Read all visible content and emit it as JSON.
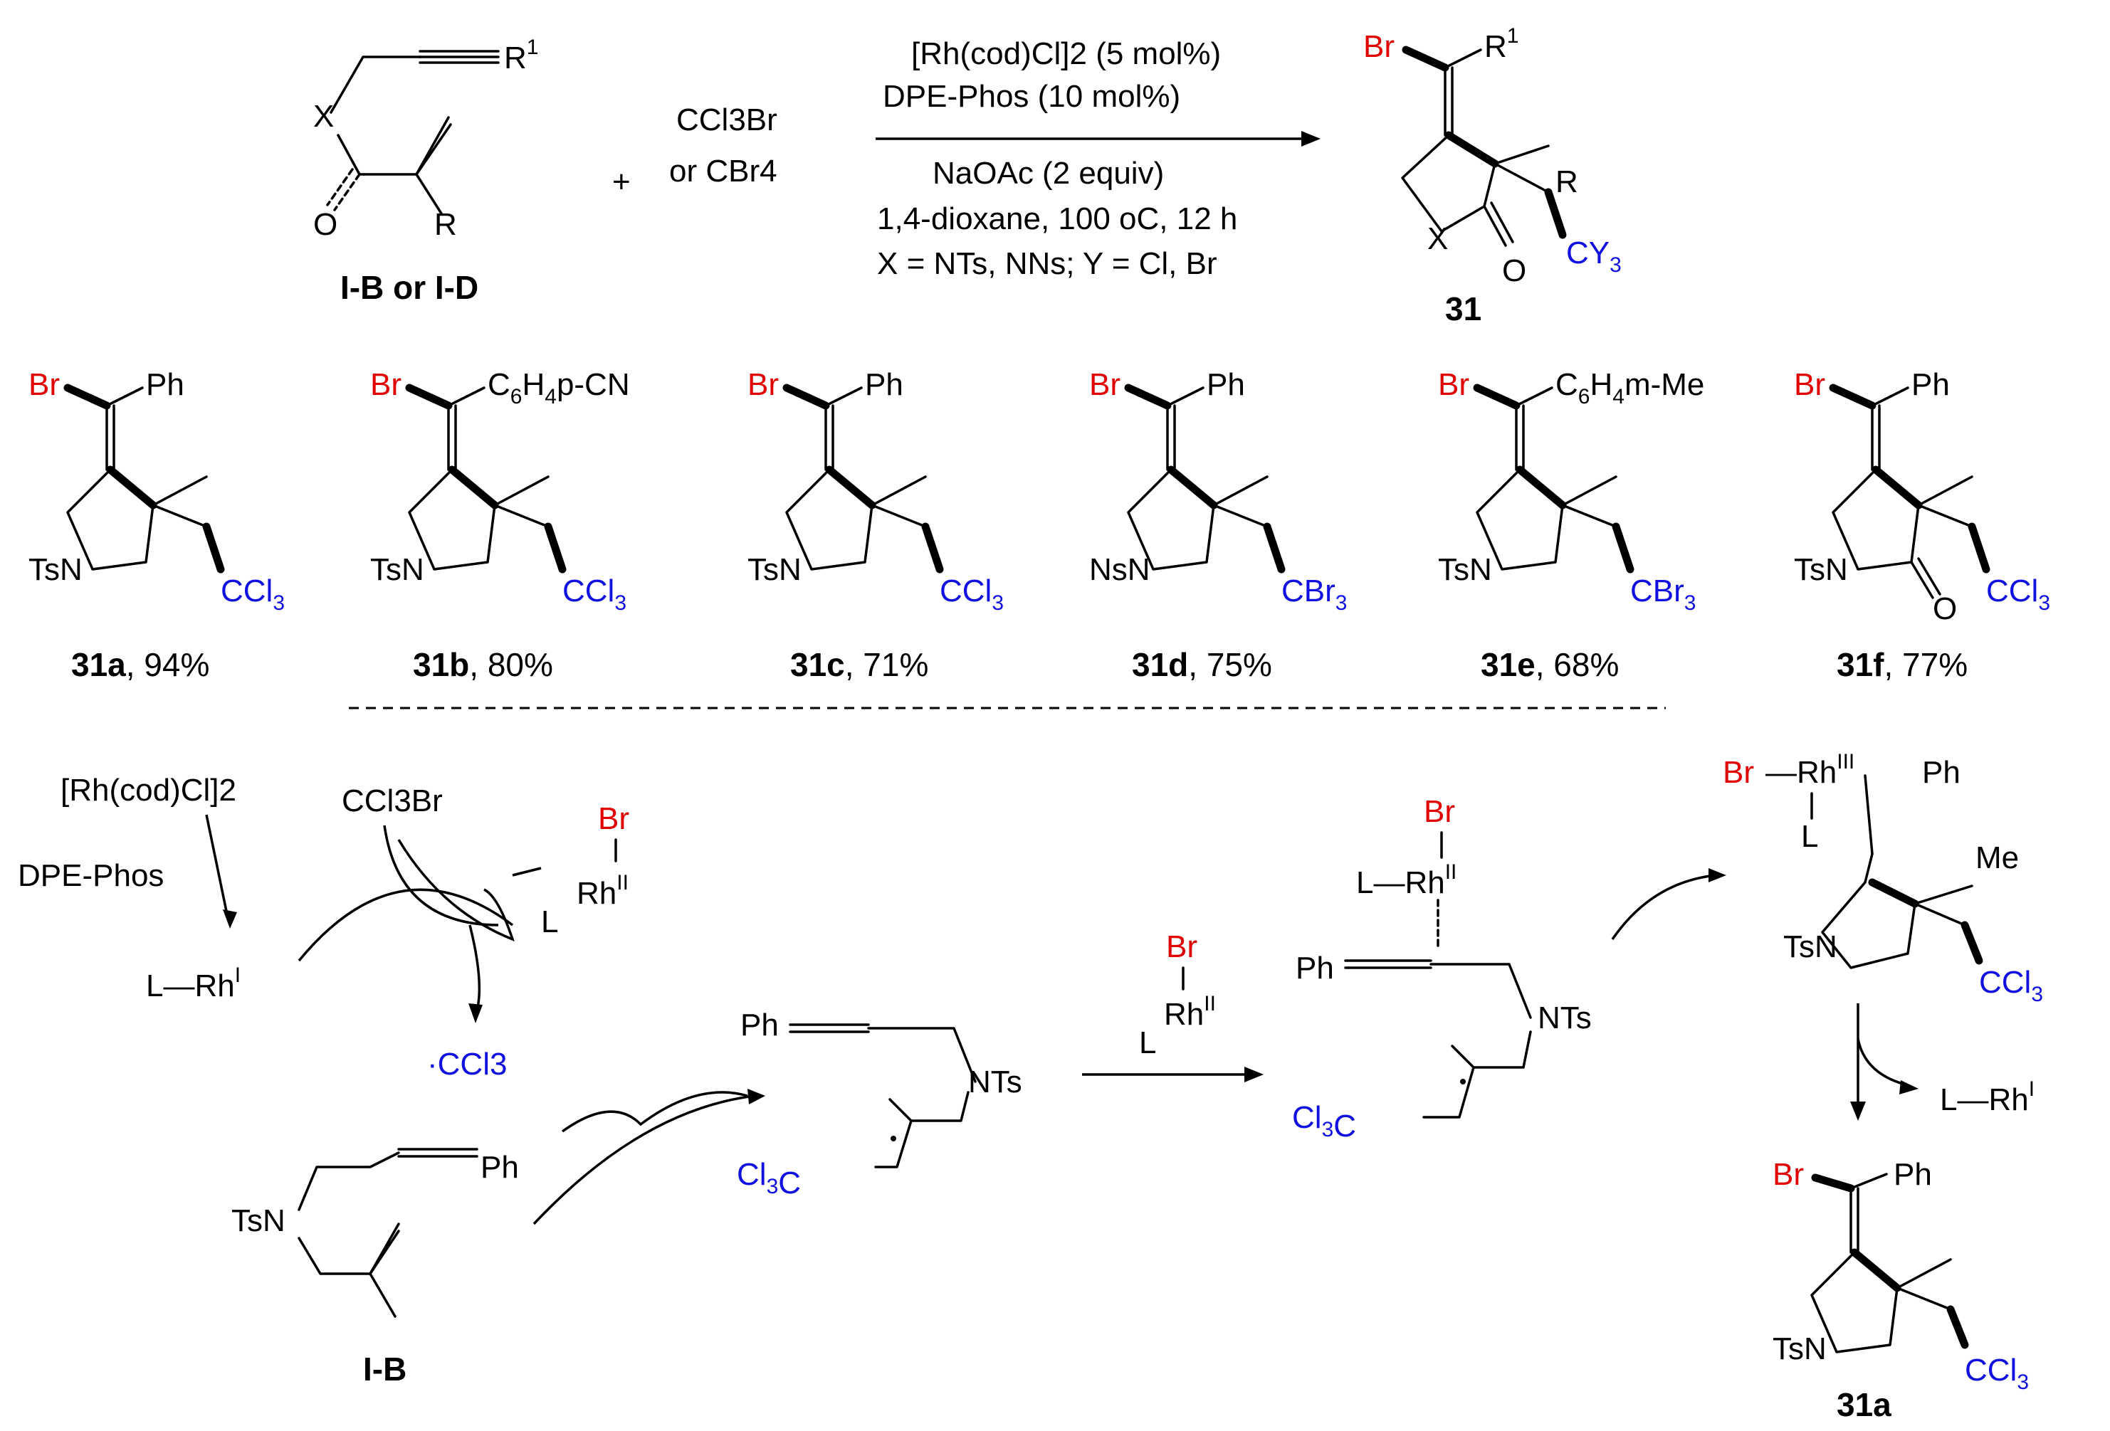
{
  "scheme": {
    "reactant_label": "I-B or I-D",
    "reagent_top": "CCl3Br",
    "reagent_bottom": "or CBr4",
    "conditions": [
      "[Rh(cod)Cl]2 (5 mol%)",
      "DPE-Phos (10 mol%)",
      "NaOAc (2 equiv)",
      "1,4-dioxane, 100 oC, 12 h",
      "X = NTs, NNs; Y = Cl, Br"
    ],
    "product_label": "31"
  },
  "products": [
    {
      "id": "31a",
      "yield": ", 94%",
      "aryl": "Ph",
      "n": "TsN",
      "cx": "CCl3"
    },
    {
      "id": "31b",
      "yield": ", 80%",
      "aryl": "C6H4p-CN",
      "n": "TsN",
      "cx": "CCl3"
    },
    {
      "id": "31c",
      "yield": ", 71%",
      "aryl": "Ph",
      "n": "TsN",
      "cx": "CCl3"
    },
    {
      "id": "31d",
      "yield": ", 75%",
      "aryl": "Ph",
      "n": "NsN",
      "cx": "CBr3"
    },
    {
      "id": "31e",
      "yield": ", 68%",
      "aryl": "C6H4m-Me",
      "n": "TsN",
      "cx": "CBr3"
    },
    {
      "id": "31f",
      "yield": ", 77%",
      "aryl": "Ph",
      "n": "TsN",
      "cx": "CCl3"
    }
  ],
  "mechanism": {
    "catalyst": "[Rh(cod)Cl]2",
    "ligand": "DPE-Phos",
    "rh1": "L—RhI",
    "ccl3br": "CCl3Br",
    "radical": "·CCl3",
    "substrate_label": "I-B",
    "final_label": "31a",
    "rh_regen": "L—RhI"
  },
  "colors": {
    "bromine": "#e00000",
    "trihalomethyl": "#1010e0"
  }
}
